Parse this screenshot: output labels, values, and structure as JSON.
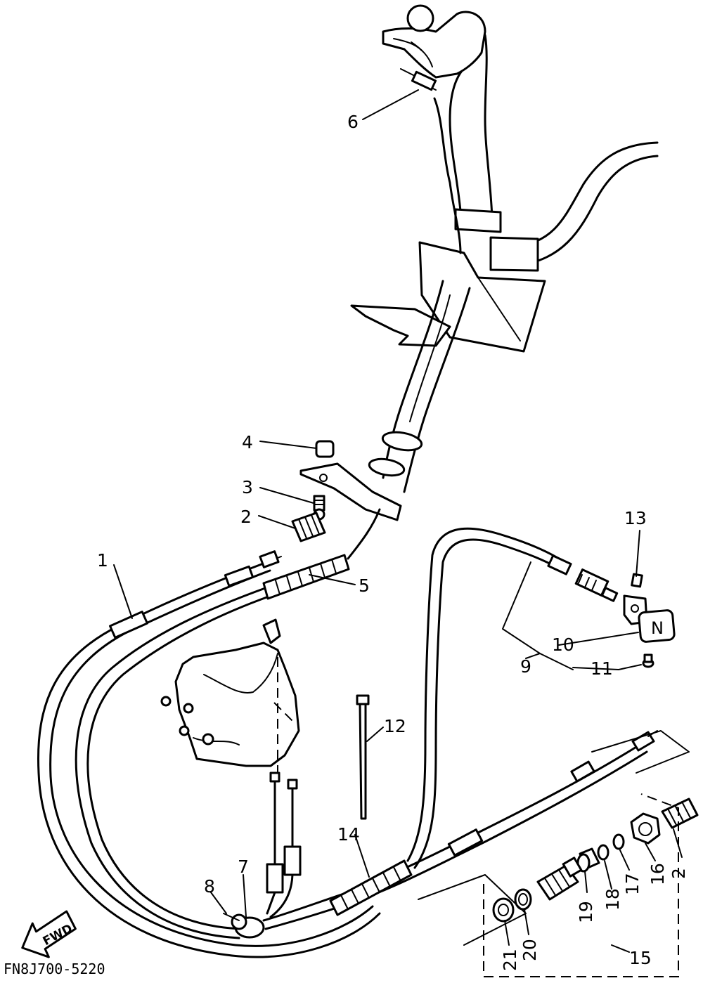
{
  "diagram": {
    "drawing_code": "FN8J700-5220",
    "direction_arrow": "FWD",
    "neutral_badge": "N",
    "callouts": [
      "1",
      "2",
      "3",
      "4",
      "5",
      "6",
      "7",
      "8",
      "9",
      "10",
      "11",
      "12",
      "13",
      "14",
      "15",
      "16",
      "17",
      "18",
      "19",
      "20",
      "21"
    ],
    "callout_2_repeat": "2"
  }
}
